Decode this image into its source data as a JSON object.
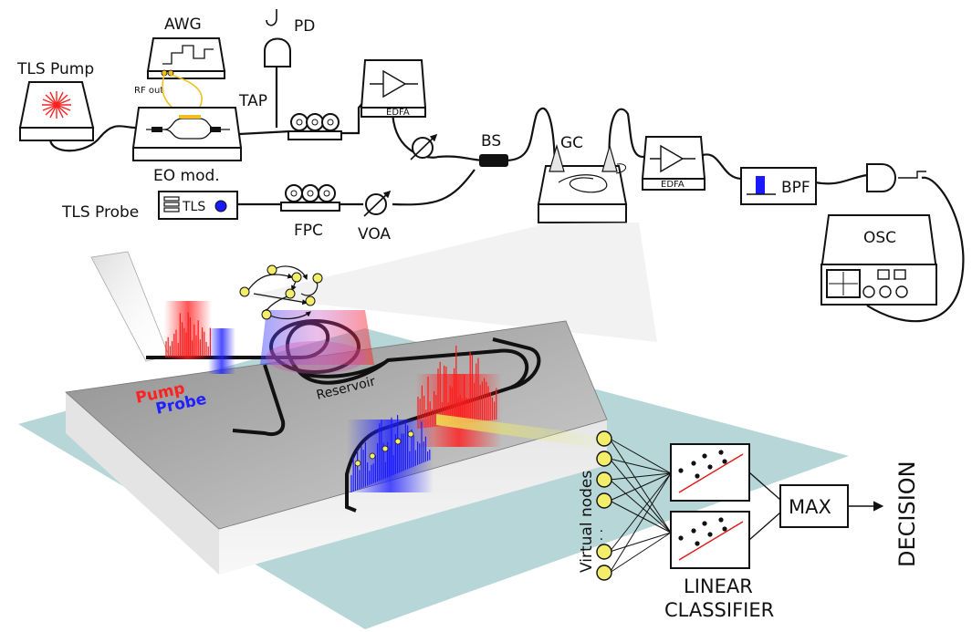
{
  "setup": {
    "awg": "AWG",
    "pd": "PD",
    "tls_pump": "TLS Pump",
    "rf_out": "RF out",
    "tap": "TAP",
    "edfa_1": "EDFA",
    "bs": "BS",
    "gc": "GC",
    "edfa_2": "EDFA",
    "bpf": "BPF",
    "eo_mod": "EO mod.",
    "tls_probe": "TLS Probe",
    "tls_box": "TLS",
    "fpc": "FPC",
    "voa": "VOA",
    "osc": "OSC"
  },
  "chip": {
    "pump": "Pump",
    "probe": "Probe",
    "reservoir": "Reservoir"
  },
  "readout": {
    "virtual_nodes": "Virtual nodes",
    "dots": ". . .",
    "classifier_line1": "LINEAR",
    "classifier_line2": "CLASSIFIER",
    "max": "MAX",
    "decision": "DECISION"
  },
  "colors": {
    "pump": "#ff1a1a",
    "probe": "#1a1aff",
    "node": "#f2ee6a",
    "substrate": "#9fc7c9",
    "chip": "#b9b9b9",
    "rf_wire": "#f0c020",
    "trendline": "#e01818"
  }
}
